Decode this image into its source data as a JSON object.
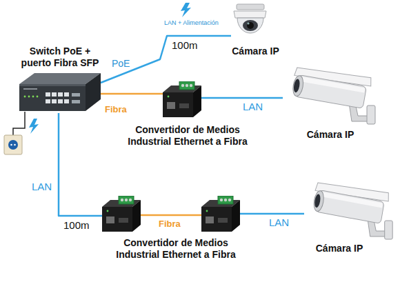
{
  "diagram": {
    "nodes": [
      {
        "text": [
          "Switch PoE + puerto Fibra SFP"
        ]
      },
      {
        "text": [
          "Cámara IP"
        ]
      },
      {
        "text": [
          "Convertidor de Medios Industrial Ethernet a Fibra"
        ]
      },
      {
        "text": [
          "Cámara IP"
        ]
      },
      {
        "text": [
          "Convertidor de Medios Industrial Ethernet a Fibra"
        ]
      },
      {
        "text": []
      },
      {
        "text": [
          "Cámara IP"
        ]
      }
    ],
    "edges": [
      {
        "from": 0,
        "to": 1,
        "arrow": "none",
        "label": "PoE"
      },
      {
        "from": 0,
        "to": 2,
        "arrow": "none",
        "label": "Fibra"
      },
      {
        "from": 2,
        "to": 3,
        "arrow": "none",
        "label": "LAN"
      },
      {
        "from": 0,
        "to": 4,
        "arrow": "none",
        "label": "LAN"
      },
      {
        "from": 4,
        "to": 5,
        "arrow": "none",
        "label": "Fibra"
      },
      {
        "from": 5,
        "to": 6,
        "arrow": "none",
        "label": "LAN"
      }
    ],
    "labels": [
      "LAN + Alimentación",
      "100m",
      "100m"
    ]
  }
}
